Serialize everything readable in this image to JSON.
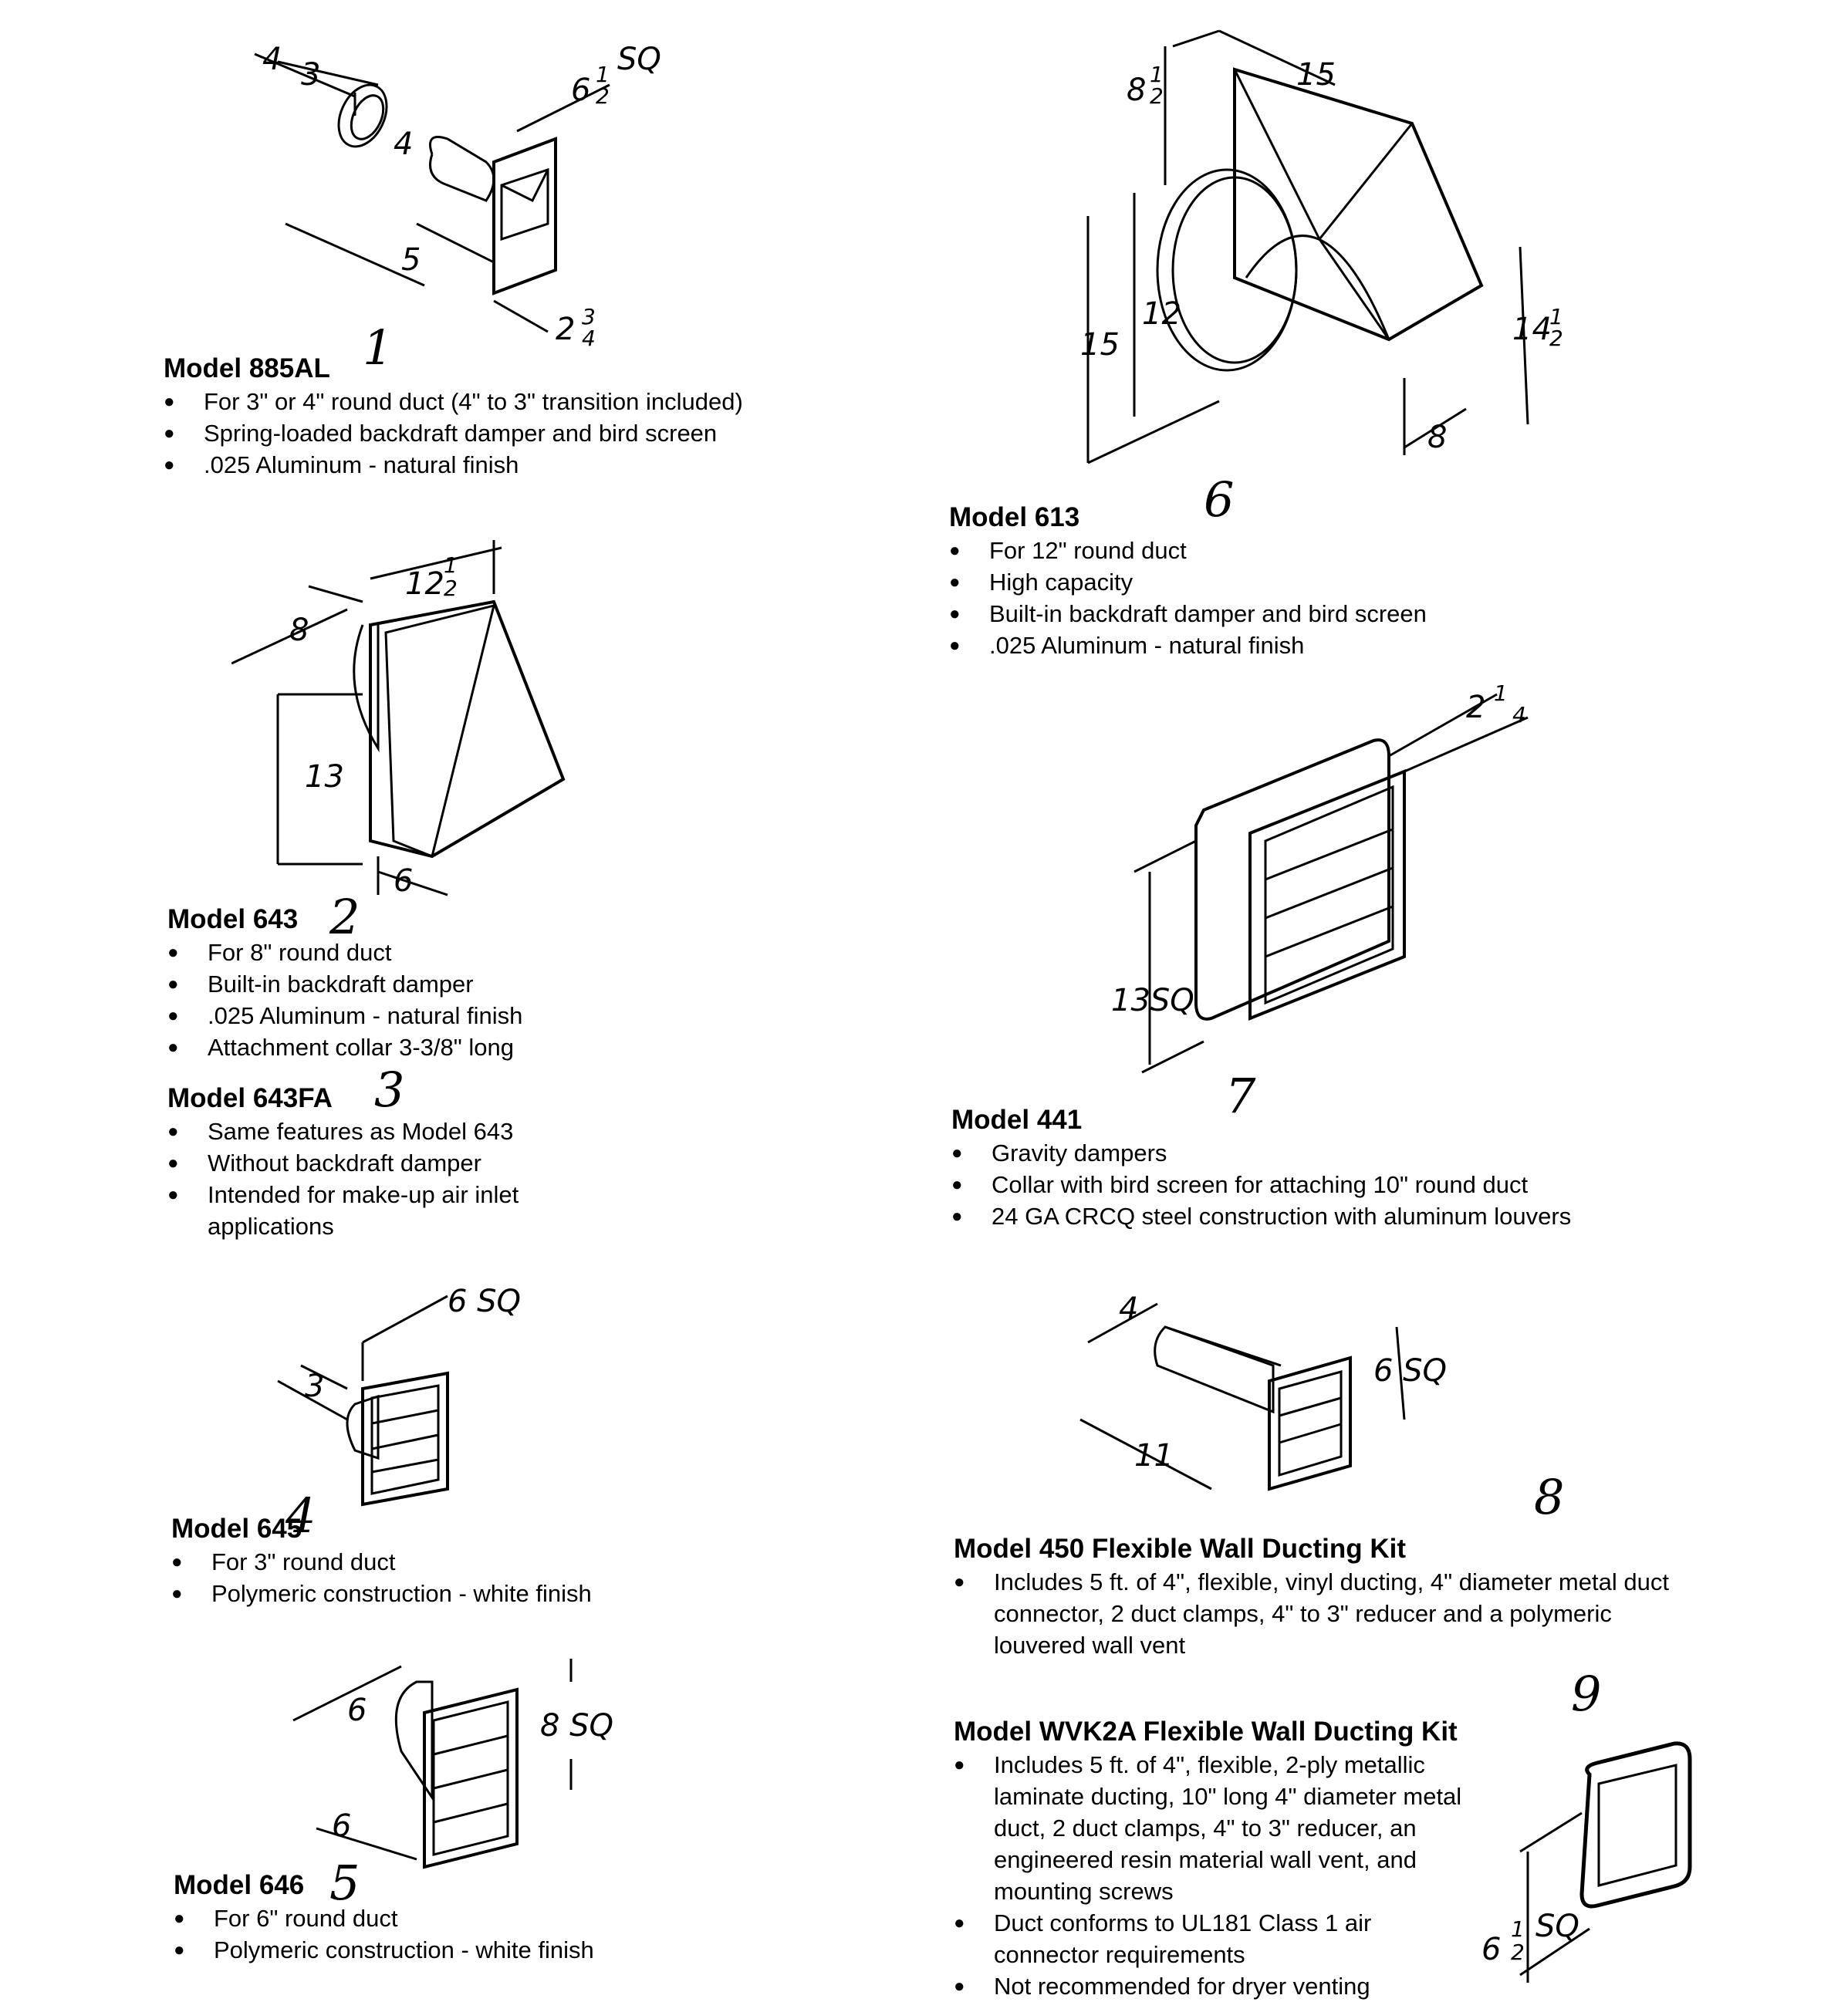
{
  "products": [
    {
      "id": "885al",
      "title": "Model 885AL",
      "number": "1",
      "features": [
        "For 3\" or 4\" round duct (4\" to 3\" transition included)",
        "Spring-loaded backdraft damper and bird screen",
        ".025 Aluminum - natural finish"
      ],
      "dims": [
        "4",
        "3",
        "4",
        "5",
        "6",
        "1",
        "2",
        "SQ",
        "2",
        "3",
        "4"
      ]
    },
    {
      "id": "643",
      "title": "Model 643",
      "number": "2",
      "features": [
        "For 8\" round duct",
        "Built-in backdraft damper",
        ".025 Aluminum - natural finish",
        "Attachment collar 3-3/8\" long"
      ],
      "dims": [
        "8",
        "12",
        "1",
        "2",
        "13",
        "6"
      ]
    },
    {
      "id": "643fa",
      "title": "Model 643FA",
      "number": "3",
      "features": [
        "Same features as Model 643",
        "Without backdraft damper",
        "Intended for make-up air inlet applications"
      ]
    },
    {
      "id": "645",
      "title": "Model 645",
      "number": "4",
      "features": [
        "For 3\" round duct",
        "Polymeric construction - white finish"
      ],
      "dims": [
        "6 SQ",
        "3"
      ]
    },
    {
      "id": "646",
      "title": "Model 646",
      "number": "5",
      "features": [
        "For 6\" round duct",
        "Polymeric construction - white finish"
      ],
      "dims": [
        "6",
        "8 SQ",
        "6"
      ]
    },
    {
      "id": "613",
      "title": "Model 613",
      "number": "6",
      "features": [
        "For 12\" round duct",
        "High capacity",
        "Built-in backdraft damper and bird screen",
        ".025 Aluminum - natural finish"
      ],
      "dims": [
        "8",
        "1",
        "2",
        "15",
        "15",
        "12",
        "14",
        "1",
        "2",
        "8"
      ]
    },
    {
      "id": "441",
      "title": "Model 441",
      "number": "7",
      "features": [
        "Gravity dampers",
        "Collar with bird screen for attaching 10\" round duct",
        "24 GA CRCQ steel construction with aluminum louvers"
      ],
      "dims": [
        "2",
        "1",
        "4",
        "13SQ"
      ]
    },
    {
      "id": "450",
      "title": "Model 450 Flexible Wall Ducting Kit",
      "number": "8",
      "features": [
        "Includes 5 ft. of 4\", flexible, vinyl ducting, 4\" diameter metal duct connector, 2 duct clamps, 4\" to 3\" reducer and a polymeric louvered wall vent"
      ],
      "dims": [
        "4",
        "6 SQ",
        "11"
      ]
    },
    {
      "id": "wvk2a",
      "title": "Model WVK2A Flexible Wall Ducting Kit",
      "number": "9",
      "features": [
        "Includes 5 ft. of 4\", flexible, 2-ply metallic laminate ducting, 10\" long 4\" diameter metal duct, 2 duct clamps, 4\" to 3\" reducer, an engineered resin material wall vent, and mounting screws",
        "Duct conforms to UL181 Class 1 air connector requirements",
        "Not recommended for dryer venting"
      ],
      "dims": [
        "6",
        "1",
        "2",
        "SQ"
      ]
    }
  ]
}
